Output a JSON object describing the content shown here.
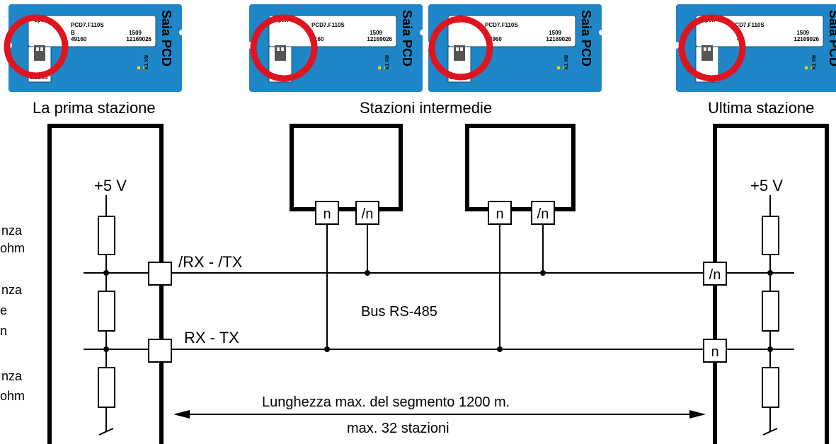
{
  "modules": [
    {
      "model": "PCD7.F110S",
      "line2": "B",
      "num_a": "1509",
      "serial_left": "49160",
      "serial_right": "12169026",
      "switch_top": "open",
      "switch_bottom": "closed",
      "led": "RX TX",
      "brand": "Saia PCD"
    },
    {
      "model": "PCD7.F110S",
      "line2": "",
      "num_a": "1509",
      "serial_left": "160",
      "serial_right": "12169026",
      "switch_top": "open",
      "switch_bottom": "closed",
      "led": "RX TX",
      "brand": "Saia PCD"
    },
    {
      "model": "PCD7.F110S",
      "line2": "",
      "num_a": "1509",
      "serial_left": "4960",
      "serial_right": "12169026",
      "switch_top": "open",
      "switch_bottom": "closed",
      "led": "RX TX",
      "brand": "Saia PCD"
    },
    {
      "model": "PCD7.F110S",
      "line2": "",
      "num_a": "1509",
      "serial_left": "49",
      "serial_right": "12169026",
      "switch_top": "open",
      "switch_bottom": "closed",
      "led": "RX TX",
      "brand": "Saia PCD"
    }
  ],
  "captions": {
    "first": "La prima stazione",
    "intermediate": "Stazioni intermedie",
    "last": "Ultima stazione"
  },
  "left_labels": {
    "r1_a": "nza",
    "r1_b": "ohm",
    "r2_a": "nza",
    "r2_b": "e",
    "r2_c": "n",
    "r3_a": "nza",
    "r3_b": "ohm"
  },
  "voltage": {
    "left": "+5 V",
    "right": "+5 V"
  },
  "lines": {
    "top": "/RX - /TX",
    "bottom": "RX - TX",
    "bus": "Bus RS-485"
  },
  "terminals": {
    "n": "n",
    "not_n": "/n"
  },
  "segment": {
    "length": "Lunghezza max. del segmento 1200 m.",
    "stations": "max. 32 stazioni"
  },
  "colors": {
    "module_blue": "#1f86c8",
    "ring_red": "#e0141e",
    "line": "#000000"
  }
}
